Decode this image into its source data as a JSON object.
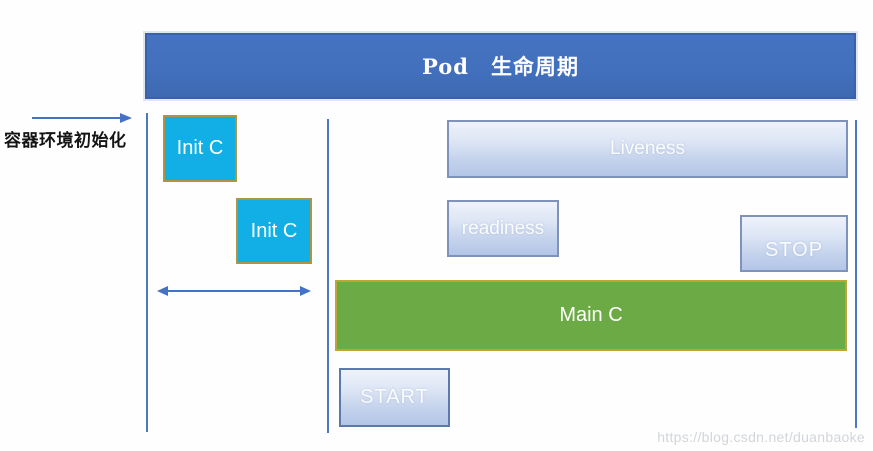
{
  "title": "Pod　生命周期",
  "annotations": {
    "env_init_label": "容器环境初始化",
    "watermark": "https://blog.csdn.net/duanbaoke"
  },
  "boxes": {
    "init_c_1": "Init C",
    "init_c_2": "Init C",
    "liveness": "Liveness",
    "readiness": "readiness",
    "stop": "STOP",
    "main_c": "Main C",
    "start": "START"
  },
  "icons": {
    "env_init_arrow": "right-arrow",
    "init_duration_arrow": "double-headed-arrow"
  },
  "colors": {
    "header_blue": "#4270bd",
    "header_border_blue": "#3a62a8",
    "timeline_blue": "#4d79c0",
    "arrow_blue": "#4472c4",
    "init_cyan": "#12aee6",
    "init_border_olive": "#ad9544",
    "main_green": "#6caa45",
    "main_border_gold": "#c0a43a",
    "probe_gradient_top": "#eef2fa",
    "probe_gradient_bottom": "#b4c6e7",
    "probe_border": "#7e92ba",
    "start_border": "#5b79a9",
    "label_black": "#141414",
    "text_white": "#ffffff",
    "watermark_gray": "#d2d5da"
  }
}
